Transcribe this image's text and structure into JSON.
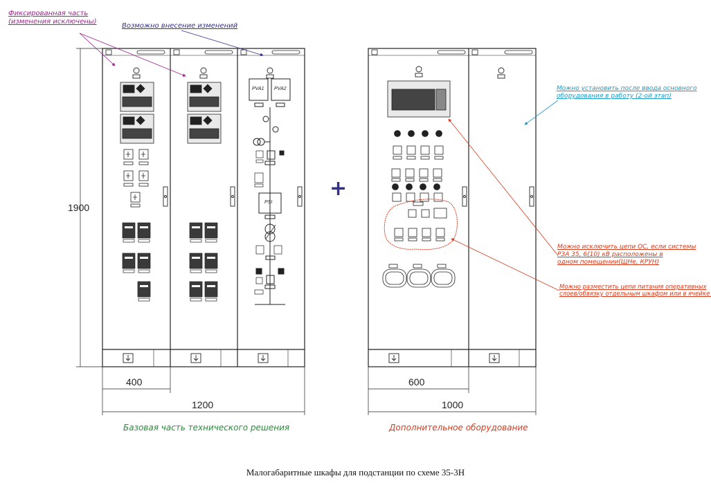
{
  "annotations": {
    "fixed_part": [
      "Фиксированная часть",
      "(изменения исключены)"
    ],
    "changeable": "Возможно внесение изменений",
    "install_later": [
      "Можно установить после ввода основного",
      "оборудования в работу (2-ой этап)"
    ],
    "exclude_oc": [
      "Можно исключить цепи ОС, если системы",
      "РЗА 35, 6(10) кВ расположены в",
      "одном помещении(ЩНе, КРУН)"
    ],
    "place_power": [
      "Можно разместить цепи питания оперативных",
      "слоев/обвязку отдельным шкафом или в ячейке КРУ"
    ]
  },
  "dimensions": {
    "height": "1900",
    "cabinet_width_base": "400",
    "total_base": "1200",
    "cabinet_width_extra": "600",
    "total_extra": "1000"
  },
  "labels": {
    "pva1": "PVA1",
    "pva2": "PVA2",
    "rsi": "PSI"
  },
  "captions": {
    "base": "Базовая часть технического решения",
    "extra": "Дополнительное оборудование"
  },
  "title": "Малогабаритные шкафы для подстанции по схеме 35-3Н",
  "colors": {
    "fixed": "#a0248f",
    "changeable": "#35308c",
    "install": "#1a9bc9",
    "optional": "#d83a1c",
    "base_caption": "#2a8a3a",
    "line": "#222222"
  }
}
